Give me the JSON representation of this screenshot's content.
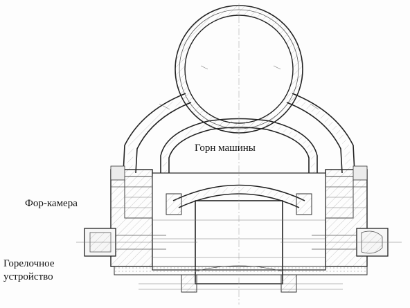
{
  "labels": {
    "hearth": "Горн машины",
    "prechamber": "Фор-камера",
    "burner": "Горелочное устройство"
  }
}
